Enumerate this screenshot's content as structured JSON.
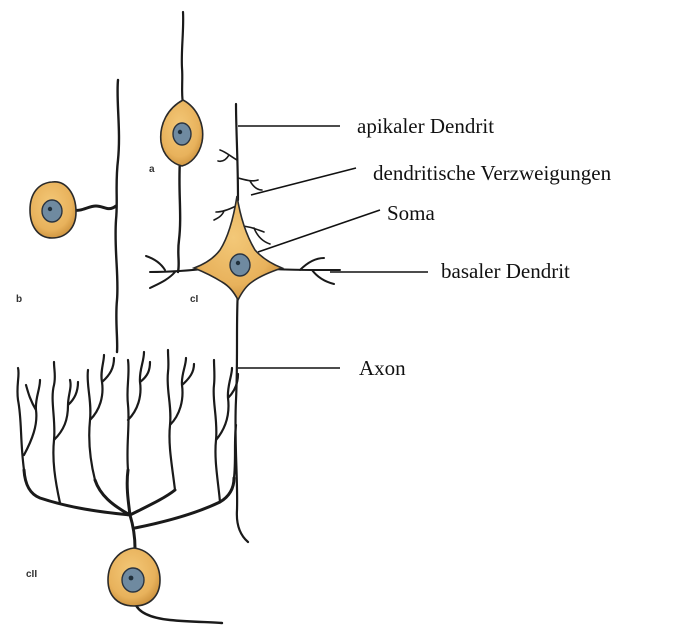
{
  "colors": {
    "soma": "#e8b25c",
    "soma_shade": "#c98e3a",
    "nucleus": "#6f8aa0",
    "line": "#1a1a1a",
    "background": "#ffffff"
  },
  "cell_tags": {
    "a": "a",
    "b": "b",
    "c1": "cI",
    "c2": "cII"
  },
  "labels": {
    "apical_dendrite": "apikaler Dendrit",
    "dendritic_branches": "dendritische Verzweigungen",
    "soma": "Soma",
    "basal_dendrite": "basaler Dendrit",
    "axon": "Axon"
  }
}
